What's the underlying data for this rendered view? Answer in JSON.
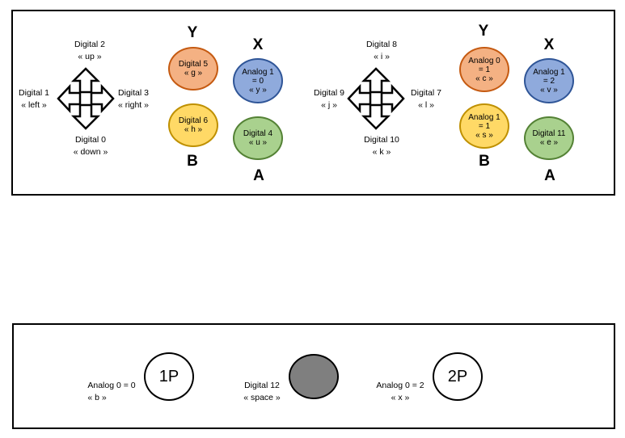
{
  "player1": {
    "dpad": {
      "up": {
        "line1": "Digital 2",
        "line2": "« up »"
      },
      "left": {
        "line1": "Digital 1",
        "line2": "« left »"
      },
      "right": {
        "line1": "Digital 3",
        "line2": "« right »"
      },
      "down": {
        "line1": "Digital 0",
        "line2": "« down »"
      }
    },
    "buttons": {
      "y": {
        "letter": "Y",
        "line1": "Digital 5",
        "line2": "« g »",
        "line3": ""
      },
      "x": {
        "letter": "X",
        "line1": "Analog 1",
        "line2": "= 0",
        "line3": "« y »"
      },
      "b": {
        "letter": "B",
        "line1": "Digital 6",
        "line2": "« h »",
        "line3": ""
      },
      "a": {
        "letter": "A",
        "line1": "Digital 4",
        "line2": "« u »",
        "line3": ""
      }
    }
  },
  "player2": {
    "dpad": {
      "up": {
        "line1": "Digital 8",
        "line2": "« i »"
      },
      "left": {
        "line1": "Digital 9",
        "line2": "« j »"
      },
      "right": {
        "line1": "Digital 7",
        "line2": "« l »"
      },
      "down": {
        "line1": "Digital 10",
        "line2": "« k »"
      }
    },
    "buttons": {
      "y": {
        "letter": "Y",
        "line1": "Analog 0",
        "line2": "= 1",
        "line3": "« c »"
      },
      "x": {
        "letter": "X",
        "line1": "Analog 1",
        "line2": "= 2",
        "line3": "« v »"
      },
      "b": {
        "letter": "B",
        "line1": "Analog 1",
        "line2": "= 1",
        "line3": "« s »"
      },
      "a": {
        "letter": "A",
        "line1": "Digital 11",
        "line2": "« e »",
        "line3": ""
      }
    }
  },
  "system": {
    "p1": {
      "button_label": "1P",
      "line1": "Analog 0 = 0",
      "line2": "«  b »"
    },
    "start": {
      "line1": "Digital 12",
      "line2": "« space »"
    },
    "p2": {
      "button_label": "2P",
      "line1": "Analog 0 = 2",
      "line2": "«  x »"
    }
  },
  "colors": {
    "orange_fill": "#F4B183",
    "orange_border": "#C55A11",
    "blue_fill": "#8FAADC",
    "blue_border": "#2F5597",
    "yellow_fill": "#FFD966",
    "yellow_border": "#BF9000",
    "green_fill": "#A9D18E",
    "green_border": "#548235",
    "start_fill": "#7F7F7F"
  }
}
